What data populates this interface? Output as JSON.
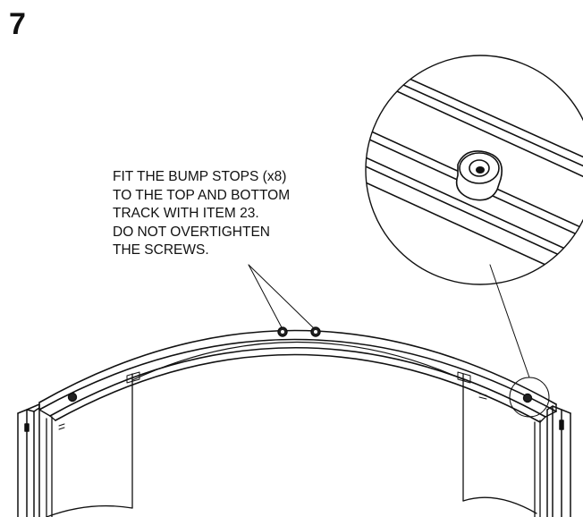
{
  "step_number": "7",
  "instruction_lines": [
    "FIT THE BUMP STOPS (x8)",
    "TO THE TOP AND BOTTOM",
    "TRACK WITH ITEM 23.",
    "DO NOT OVERTIGHTEN",
    "THE SCREWS."
  ],
  "colors": {
    "line": "#111111",
    "background": "#ffffff"
  }
}
